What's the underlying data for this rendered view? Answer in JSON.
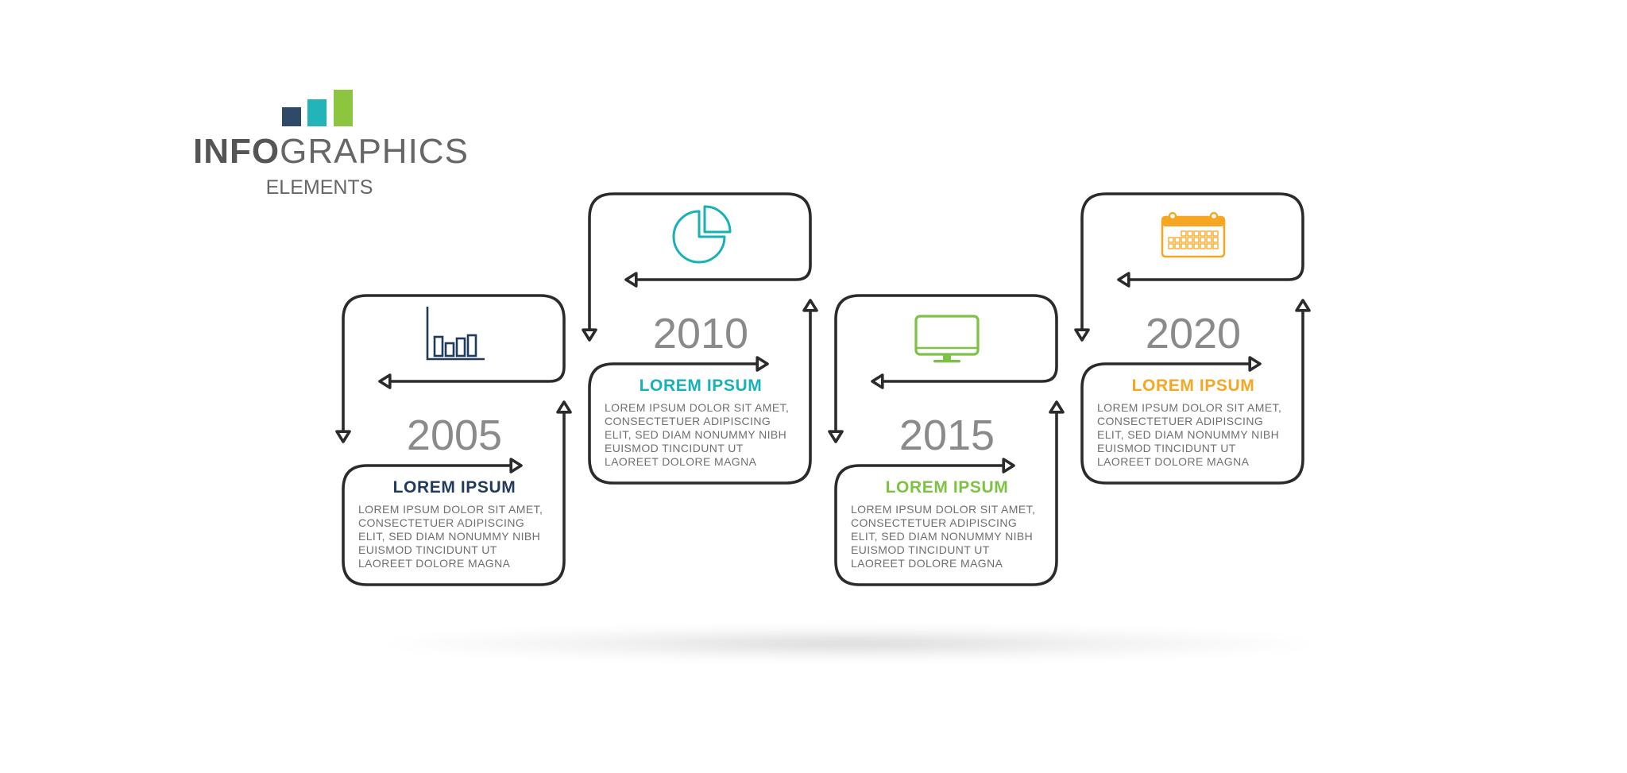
{
  "brand": {
    "title_bold": "INFO",
    "title_light": "GRAPHICS",
    "subtitle": "ELEMENTS",
    "logo_bars": [
      "#2e4a68",
      "#22b5b8",
      "#8cc63f"
    ]
  },
  "steps": [
    {
      "year": "2005",
      "heading": "LOREM IPSUM",
      "body": [
        "LOREM IPSUM DOLOR SIT AMET,",
        "CONSECTETUER ADIPISCING",
        "ELIT, SED DIAM NONUMMY NIBH",
        "EUISMOD TINCIDUNT UT",
        "LAOREET DOLORE MAGNA"
      ],
      "color": "#1f3a5c",
      "icon": "bar-chart-icon"
    },
    {
      "year": "2010",
      "heading": "LOREM IPSUM",
      "body": [
        "LOREM IPSUM DOLOR SIT AMET,",
        "CONSECTETUER ADIPISCING",
        "ELIT, SED DIAM NONUMMY NIBH",
        "EUISMOD TINCIDUNT UT",
        "LAOREET DOLORE MAGNA"
      ],
      "color": "#17b1b6",
      "icon": "pie-chart-icon"
    },
    {
      "year": "2015",
      "heading": "LOREM IPSUM",
      "body": [
        "LOREM IPSUM DOLOR SIT AMET,",
        "CONSECTETUER ADIPISCING",
        "ELIT, SED DIAM NONUMMY NIBH",
        "EUISMOD TINCIDUNT UT",
        "LAOREET DOLORE MAGNA"
      ],
      "color": "#7dc242",
      "icon": "monitor-icon"
    },
    {
      "year": "2020",
      "heading": "LOREM IPSUM",
      "body": [
        "LOREM IPSUM DOLOR SIT AMET,",
        "CONSECTETUER ADIPISCING",
        "ELIT, SED DIAM NONUMMY NIBH",
        "EUISMOD TINCIDUNT UT",
        "LAOREET DOLORE MAGNA"
      ],
      "color": "#f5a623",
      "icon": "calendar-icon"
    }
  ],
  "colors": {
    "outline": "#2b2b2b",
    "year_text": "#8a8a8a",
    "body_text": "#6f6f6f",
    "brand_text": "#555555"
  }
}
